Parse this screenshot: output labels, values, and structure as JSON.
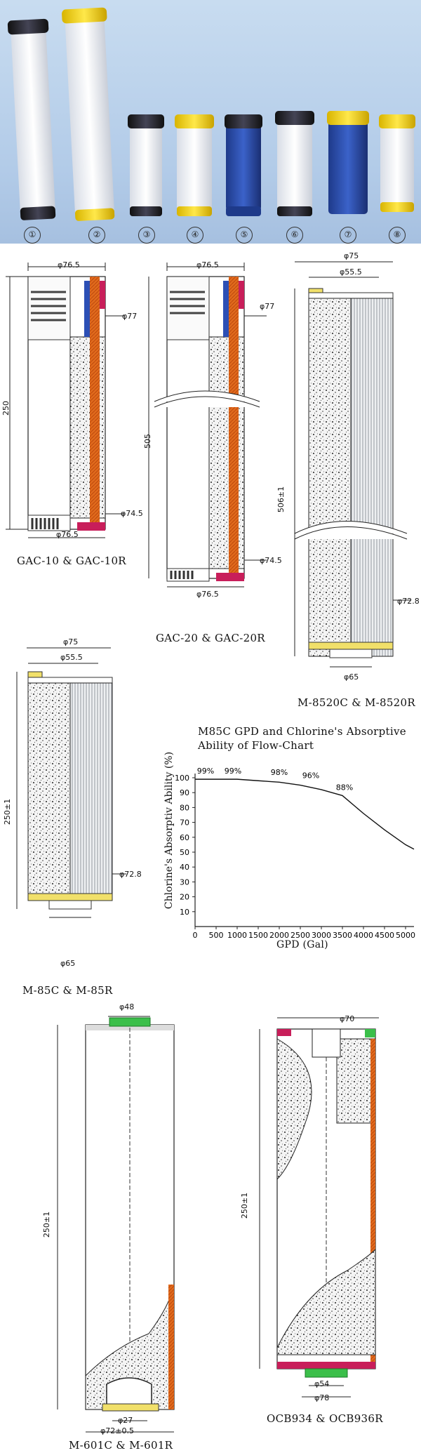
{
  "photo": {
    "cartridge_numbers": [
      "①",
      "②",
      "③",
      "④",
      "⑤",
      "⑥",
      "⑦",
      "⑧"
    ]
  },
  "drawings": {
    "gac10": {
      "caption": "GAC-10 & GAC-10R",
      "dims": {
        "top_dia": "φ76.5",
        "side_77": "φ77",
        "side_745": "φ74.5",
        "bottom_dia": "φ76.5",
        "height": "250"
      }
    },
    "gac20": {
      "caption": "GAC-20 & GAC-20R",
      "dims": {
        "top_dia": "φ76.5",
        "side_77": "φ77",
        "height": "505",
        "side_745": "φ74.5",
        "bottom_dia": "φ76.5"
      }
    },
    "m8520": {
      "caption": "M-8520C & M-8520R",
      "dims": {
        "top_dia": "φ75",
        "inner_dia": "φ55.5",
        "height": "506±1",
        "side_dia": "φ72.8",
        "bottom_dia": "φ65"
      }
    },
    "m85": {
      "caption": "M-85C & M-85R",
      "dims": {
        "top_dia": "φ75",
        "inner_dia": "φ55.5",
        "height": "250±1",
        "side_dia": "φ72.8",
        "bottom_dia": "φ65"
      }
    },
    "m601": {
      "caption": "M-601C & M-601R",
      "dims": {
        "top_dia": "φ48",
        "height": "250±1",
        "inner_dia": "φ27",
        "bottom_dia": "φ72±0.5"
      }
    },
    "ocb": {
      "caption": "OCB934 & OCB936R",
      "dims": {
        "top_dia": "φ70",
        "height": "250±1",
        "inner_dia": "φ54",
        "bottom_dia": "φ78"
      }
    }
  },
  "chart_data": {
    "type": "line",
    "title": "M85C GPD and Chlorine's Absorptive Ability of Flow-Chart",
    "title_line1": "M85C GPD and Chlorine's Absorptive",
    "title_line2": "Ability of Flow-Chart",
    "xlabel": "GPD (Gal)",
    "ylabel": "Chlorine's Absorptiv Ability (%)",
    "xlim": [
      0,
      5200
    ],
    "ylim": [
      0,
      100
    ],
    "x_ticks": [
      "0",
      "500",
      "1000",
      "1500",
      "2000",
      "2500",
      "3000",
      "3500",
      "4000",
      "4500",
      "5000"
    ],
    "y_ticks": [
      "10",
      "20",
      "30",
      "40",
      "50",
      "60",
      "70",
      "80",
      "90",
      "100"
    ],
    "x": [
      0,
      500,
      1000,
      1500,
      2000,
      2500,
      3000,
      3500,
      4000,
      4500,
      5000,
      5200
    ],
    "y": [
      99,
      99,
      99,
      98,
      97,
      95,
      92,
      88,
      76,
      65,
      55,
      52
    ],
    "data_labels": [
      {
        "x": 250,
        "y": 99,
        "text": "99%"
      },
      {
        "x": 900,
        "y": 99,
        "text": "99%"
      },
      {
        "x": 2000,
        "y": 98,
        "text": "98%"
      },
      {
        "x": 2750,
        "y": 96,
        "text": "96%"
      },
      {
        "x": 3550,
        "y": 88,
        "text": "88%"
      }
    ],
    "grid": false
  }
}
